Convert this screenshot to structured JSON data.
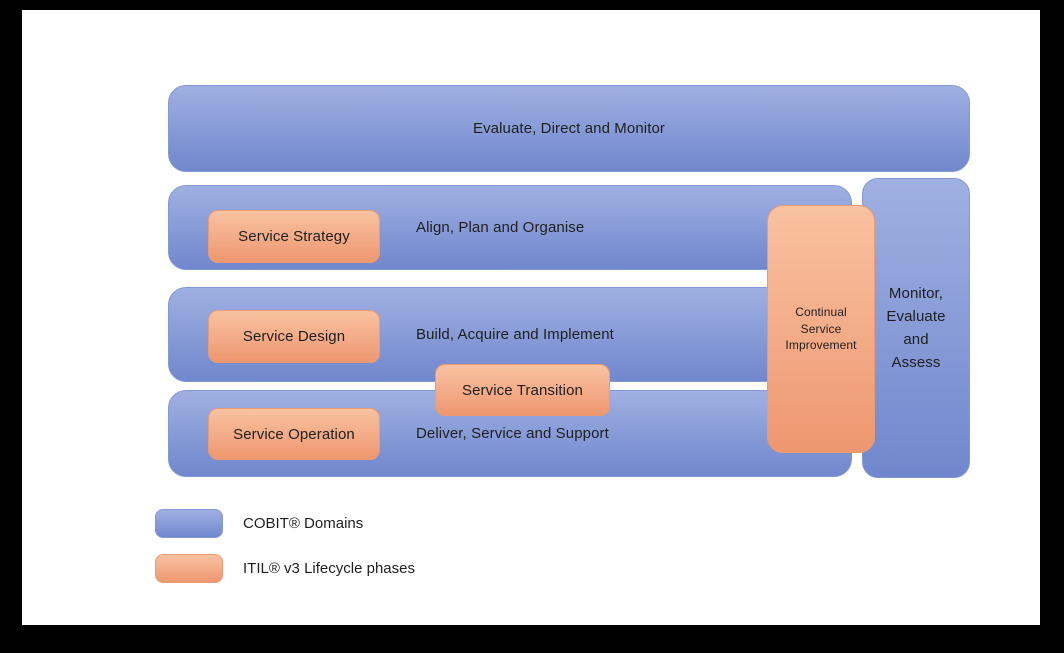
{
  "colors": {
    "cobit_blue_top": "#9fb0e2",
    "cobit_blue_bottom": "#7187cd",
    "itil_orange_top": "#f9c2a1",
    "itil_orange_bottom": "#ee9770",
    "background_frame": "#000000",
    "canvas": "#ffffff",
    "text": "#1f1f1f"
  },
  "diagram": {
    "top_bar": "Evaluate, Direct and Monitor",
    "rows": [
      {
        "itil": "Service Strategy",
        "cobit": "Align, Plan and Organise"
      },
      {
        "itil": "Service Design",
        "cobit": "Build, Acquire and Implement"
      },
      {
        "itil": "Service Operation",
        "cobit": "Deliver, Service and Support"
      }
    ],
    "service_transition": "Service Transition",
    "continual_service_improvement": "Continual\nService\nImprovement",
    "monitor_evaluate_assess": "Monitor,\nEvaluate\nand\nAssess"
  },
  "legend": [
    {
      "swatch": "blue",
      "label": "COBIT® Domains"
    },
    {
      "swatch": "orange",
      "label": "ITIL® v3 Lifecycle phases"
    }
  ]
}
